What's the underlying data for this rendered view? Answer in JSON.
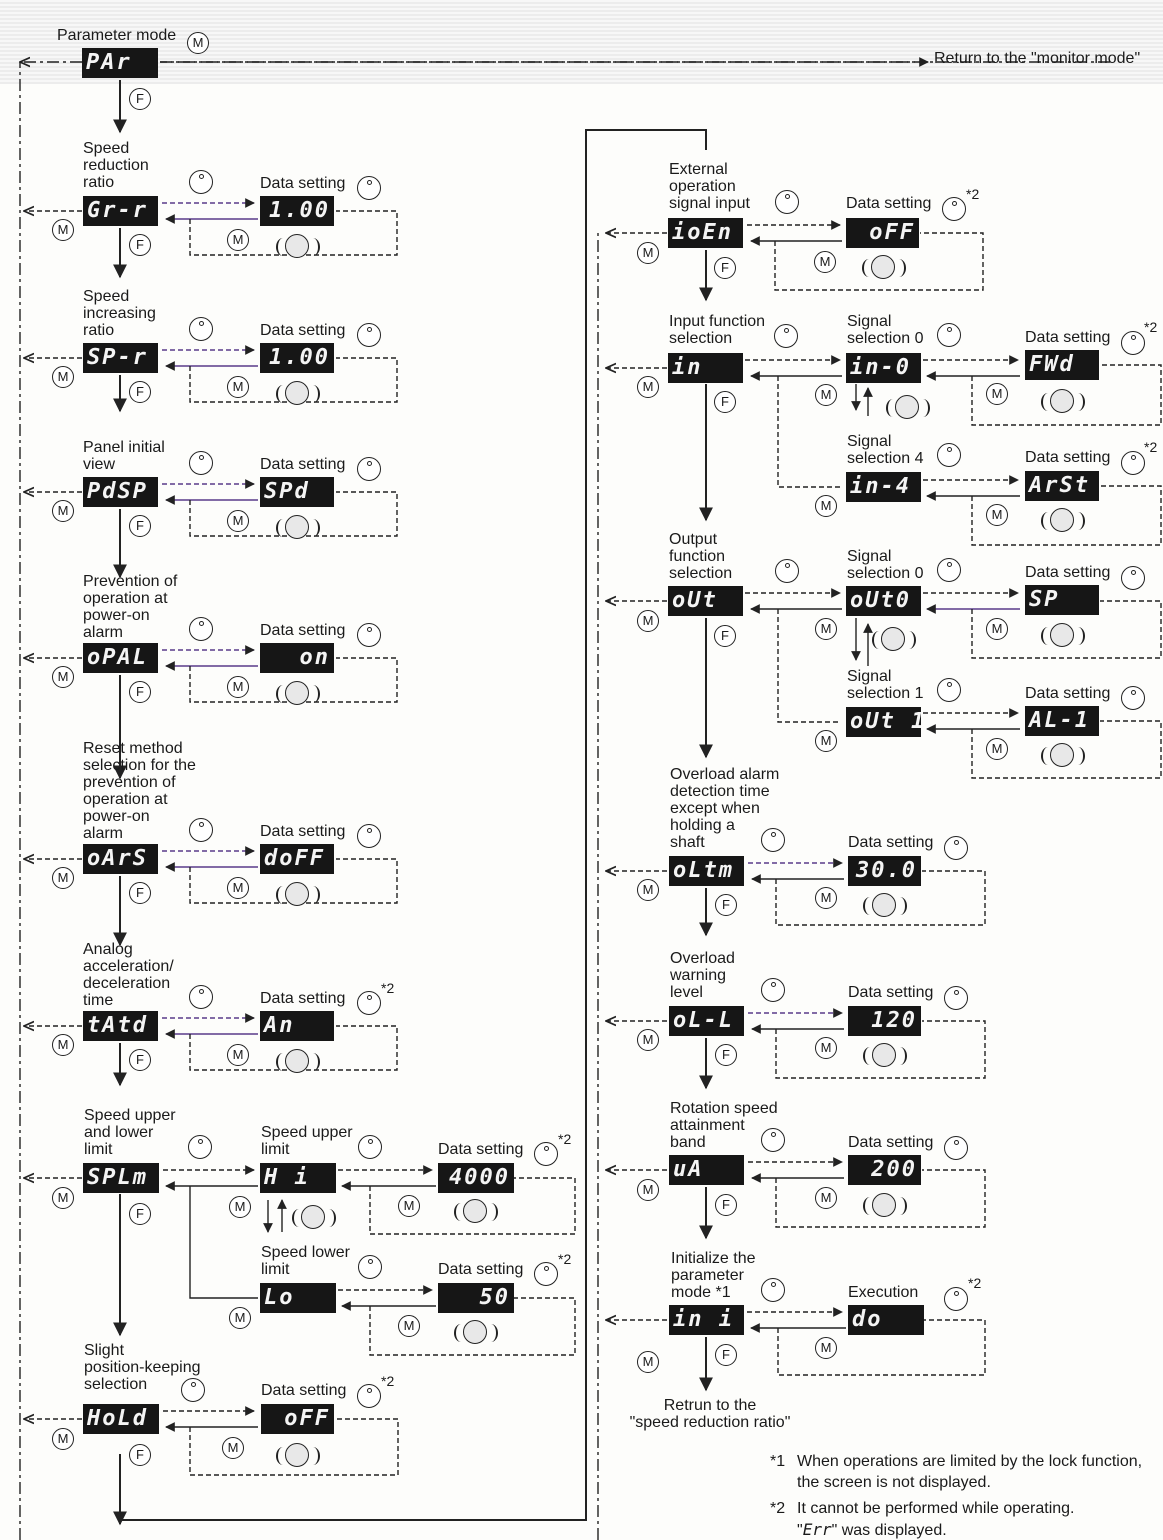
{
  "top": {
    "param_mode_label": "Parameter mode",
    "par_code": "PAr",
    "return_monitor": "Return to the \"monitor mode\""
  },
  "buttons": {
    "M": "M",
    "F": "F"
  },
  "common": {
    "data_setting": "Data setting",
    "star2": "*2"
  },
  "left": [
    {
      "title": "Speed\nreduction\nratio",
      "code": "Gr-r",
      "value": "1.00",
      "star": false
    },
    {
      "title": "Speed\nincreasing\nratio",
      "code": "SP-r",
      "value": "1.00",
      "star": false
    },
    {
      "title": "Panel initial\nview",
      "code": "PdSP",
      "value": "SPd",
      "star": false
    },
    {
      "title": "Prevention of\noperation at\npower-on\nalarm",
      "code": "oPAL",
      "value": "on",
      "star": false
    },
    {
      "title": "Reset method\nselection for the\nprevention of\noperation at\npower-on\nalarm",
      "code": "oArS",
      "value": "doFF",
      "star": false
    },
    {
      "title": "Analog\nacceleration/\ndeceleration\ntime",
      "code": "tAtd",
      "value": "An",
      "star": true
    }
  ],
  "splm": {
    "title": "Speed upper\nand lower\nlimit",
    "code": "SPLm",
    "upper_label": "Speed upper\nlimit",
    "upper_code": "H i",
    "upper_value": "4000",
    "lower_label": "Speed lower\nlimit",
    "lower_code": "Lo",
    "lower_value": "50"
  },
  "hold": {
    "title": "Slight\nposition-keeping\nselection",
    "code": "HoLd",
    "value": "oFF"
  },
  "right": {
    "ioen": {
      "title": "External\noperation\nsignal input",
      "code": "ioEn",
      "value": "oFF"
    },
    "in": {
      "title": "Input function\nselection",
      "code": "in",
      "sig0_label": "Signal\nselection 0",
      "sig0_code": "in-0",
      "sig0_value": "FWd",
      "sig4_label": "Signal\nselection 4",
      "sig4_code": "in-4",
      "sig4_value": "ArSt"
    },
    "out": {
      "title": "Output\nfunction\nselection",
      "code": "oUt",
      "sig0_label": "Signal\nselection 0",
      "sig0_code": "oUt0",
      "sig0_value": "SP",
      "sig1_label": "Signal\nselection 1",
      "sig1_code": "oUt 1",
      "sig1_value": "AL-1"
    },
    "oltm": {
      "title": "Overload alarm\ndetection time\nexcept when\nholding a\nshaft",
      "code": "oLtm",
      "value": "30.0"
    },
    "oll": {
      "title": "Overload\nwarning\nlevel",
      "code": "oL-L",
      "value": "120"
    },
    "ua": {
      "title": "Rotation speed\nattainment\nband",
      "code": "uA",
      "value": "200"
    },
    "ini": {
      "title": "Initialize the\nparameter\nmode *1",
      "code": "in i",
      "exec_label": "Execution",
      "exec_value": "do"
    },
    "return_text": "Retrun to the\n\"speed reduction ratio\""
  },
  "notes": {
    "n1_mark": "*1",
    "n1": "When operations are limited by the lock function,\nthe screen is not displayed.",
    "n2_mark": "*2",
    "n2": "It cannot be performed while operating.",
    "n2b_code": "Err",
    "n2b": " was displayed."
  }
}
